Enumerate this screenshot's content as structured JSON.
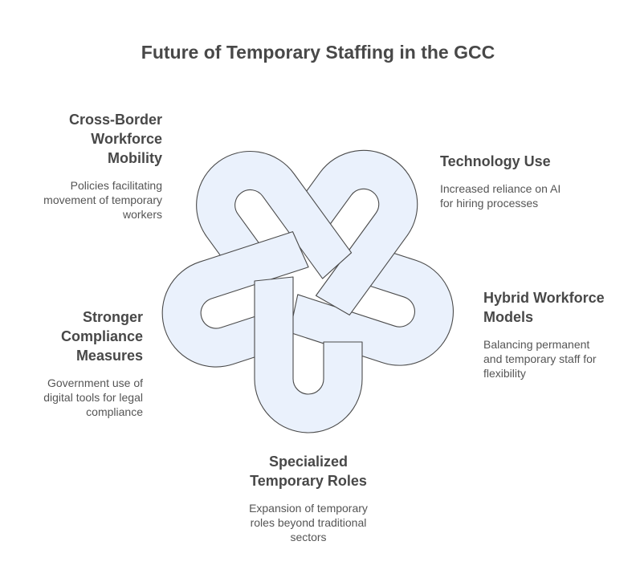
{
  "title": "Future of Temporary Staffing in the GCC",
  "accent_fill": "#eaf1fc",
  "outline_color": "#4a4a4a",
  "items": [
    {
      "heading_lines": [
        "Cross-Border",
        "Workforce",
        "Mobility"
      ],
      "desc_lines": [
        "Policies facilitating",
        "movement of temporary",
        "workers"
      ]
    },
    {
      "heading_lines": [
        "Technology Use"
      ],
      "desc_lines": [
        "Increased reliance on AI",
        "for hiring processes"
      ]
    },
    {
      "heading_lines": [
        "Hybrid Workforce",
        "Models"
      ],
      "desc_lines": [
        "Balancing permanent",
        "and temporary staff for",
        "flexibility"
      ]
    },
    {
      "heading_lines": [
        "Stronger",
        "Compliance",
        "Measures"
      ],
      "desc_lines": [
        "Government use of",
        "digital tools for legal",
        "compliance"
      ]
    },
    {
      "heading_lines": [
        "Specialized",
        "Temporary Roles"
      ],
      "desc_lines": [
        "Expansion of temporary",
        "roles beyond traditional",
        "sectors"
      ]
    }
  ]
}
